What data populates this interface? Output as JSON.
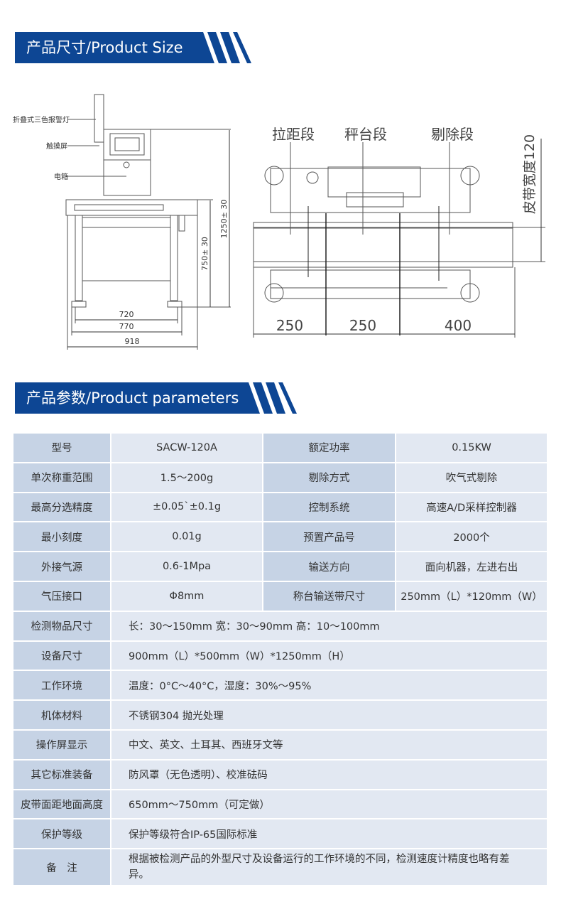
{
  "section1": {
    "title": "产品尺寸/Product Size"
  },
  "section2": {
    "title": "产品参数/Product parameters"
  },
  "drawing_front": {
    "label_light": "折叠式三色报警灯",
    "label_screen": "触摸屏",
    "label_box": "电箱",
    "dim_720": "720",
    "dim_770": "770",
    "dim_918": "918",
    "dim_750": "750± 30",
    "dim_1250": "1250± 30"
  },
  "drawing_top": {
    "seg1": "拉距段",
    "seg2": "秤台段",
    "seg3": "剔除段",
    "belt_width": "皮带宽度120",
    "dim1": "250",
    "dim2": "250",
    "dim3": "400"
  },
  "params": {
    "rows4": [
      [
        "型号",
        "SACW-120A",
        "额定功率",
        "0.15KW"
      ],
      [
        "单次称重范围",
        "1.5～200g",
        "剔除方式",
        "吹气式剔除"
      ],
      [
        "最高分选精度",
        "±0.05`±0.1g",
        "控制系统",
        "高速A/D采样控制器"
      ],
      [
        "最小刻度",
        "0.01g",
        "预置产品号",
        "2000个"
      ],
      [
        "外接气源",
        "0.6-1Mpa",
        "输送方向",
        "面向机器，左进右出"
      ],
      [
        "气压接口",
        "Φ8mm",
        "称台输送带尺寸",
        "250mm（L）*120mm（W）"
      ]
    ],
    "rows2": [
      [
        "检测物品尺寸",
        "长：30～150mm 宽：30～90mm 高：10～100mm"
      ],
      [
        "设备尺寸",
        "900mm（L）*500mm（W）*1250mm（H）"
      ],
      [
        "工作环境",
        "温度：0°C～40°C，湿度：30%～95%"
      ],
      [
        "机体材料",
        "不锈钢304 抛光处理"
      ],
      [
        "操作屏显示",
        "中文、英文、土耳其、西班牙文等"
      ],
      [
        "其它标准装备",
        "防风罩（无色透明）、校准砝码"
      ],
      [
        "皮带面距地面高度",
        "650mm～750mm（可定做）"
      ],
      [
        "保护等级",
        "保护等级符合IP-65国际标准"
      ],
      [
        "备　注",
        "根据被检测产品的外型尺寸及设备运行的工作环境的不同，检测速度计精度也略有差异。"
      ]
    ]
  }
}
